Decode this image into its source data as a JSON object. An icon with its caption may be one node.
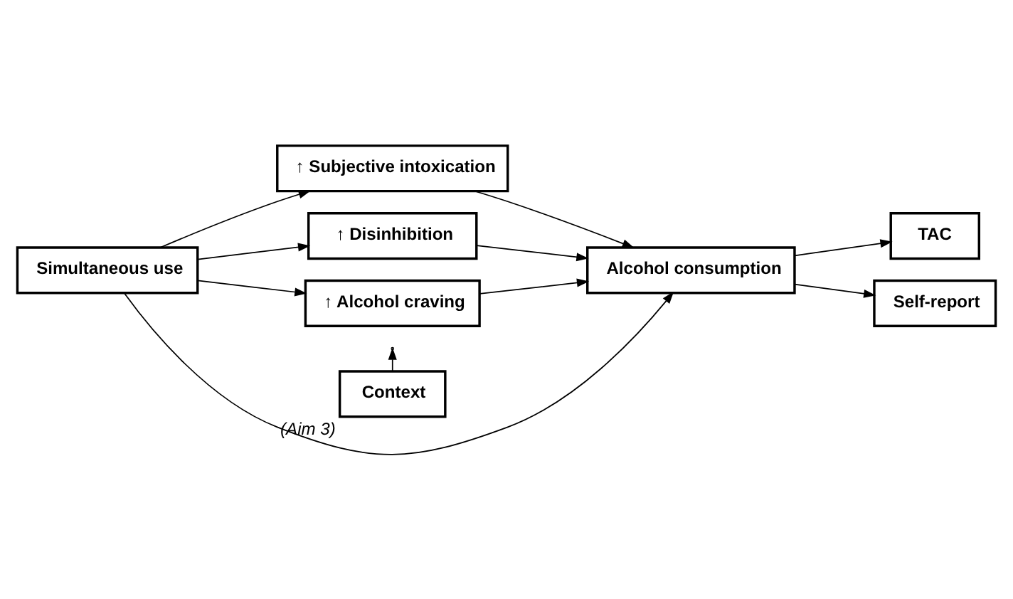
{
  "diagram": {
    "nodes": [
      {
        "text": [
          "↑ Subjective intoxication"
        ]
      },
      {
        "text": [
          "↑ Disinhibition"
        ]
      },
      {
        "text": [
          "↑ Alcohol craving"
        ]
      },
      {
        "text": [
          "Simultaneous use"
        ]
      },
      {
        "text": [
          "Alcohol consumption"
        ]
      },
      {
        "text": [
          "Context"
        ],
        "beside": [
          "(Aim 3)"
        ]
      },
      {
        "text": [
          "TAC"
        ]
      },
      {
        "text": [
          "Self-report"
        ]
      }
    ],
    "edges": [
      {
        "from": 3,
        "to": 0,
        "arrow": "to"
      },
      {
        "from": 3,
        "to": 1,
        "arrow": "to"
      },
      {
        "from": 3,
        "to": 2,
        "arrow": "to"
      },
      {
        "from": 0,
        "to": 4,
        "arrow": "to"
      },
      {
        "from": 1,
        "to": 4,
        "arrow": "to"
      },
      {
        "from": 2,
        "to": 4,
        "arrow": "to"
      },
      {
        "from": 3,
        "to": 4,
        "arrow": "to"
      },
      {
        "from": 5,
        "to": null,
        "arrow": "to"
      },
      {
        "from": 4,
        "to": 6,
        "arrow": "to"
      },
      {
        "from": 4,
        "to": 7,
        "arrow": "to"
      }
    ]
  }
}
